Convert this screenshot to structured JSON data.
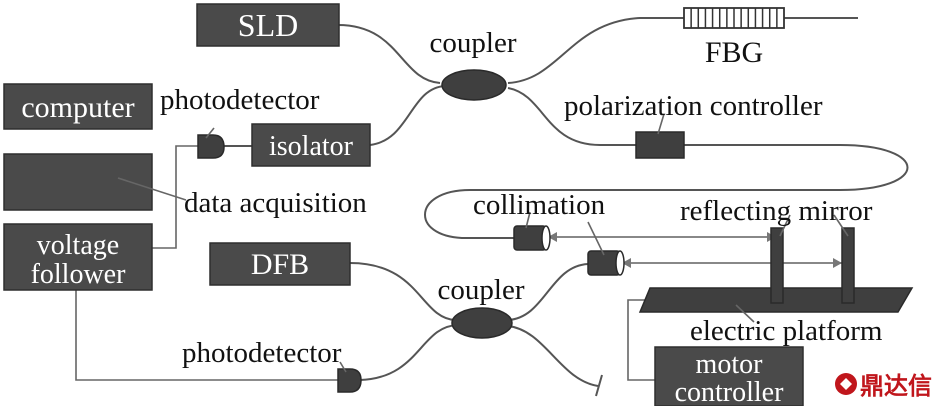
{
  "components": {
    "sld": "SLD",
    "coupler_top": "coupler",
    "fbg": "FBG",
    "computer": "computer",
    "photodetector_top": "photodetector",
    "isolator": "isolator",
    "polarization_controller": "polarization controller",
    "data_acquisition": "data acquisition",
    "collimation": "collimation",
    "reflecting_mirror": "reflecting mirror",
    "voltage_follower_line1": "voltage",
    "voltage_follower_line2": "follower",
    "dfb": "DFB",
    "coupler_bottom": "coupler",
    "electric_platform": "electric platform",
    "photodetector_bottom": "photodetector",
    "motor_controller_line1": "motor",
    "motor_controller_line2": "controller"
  },
  "watermark": {
    "text": "鼎达信",
    "color": "#c0161c"
  }
}
